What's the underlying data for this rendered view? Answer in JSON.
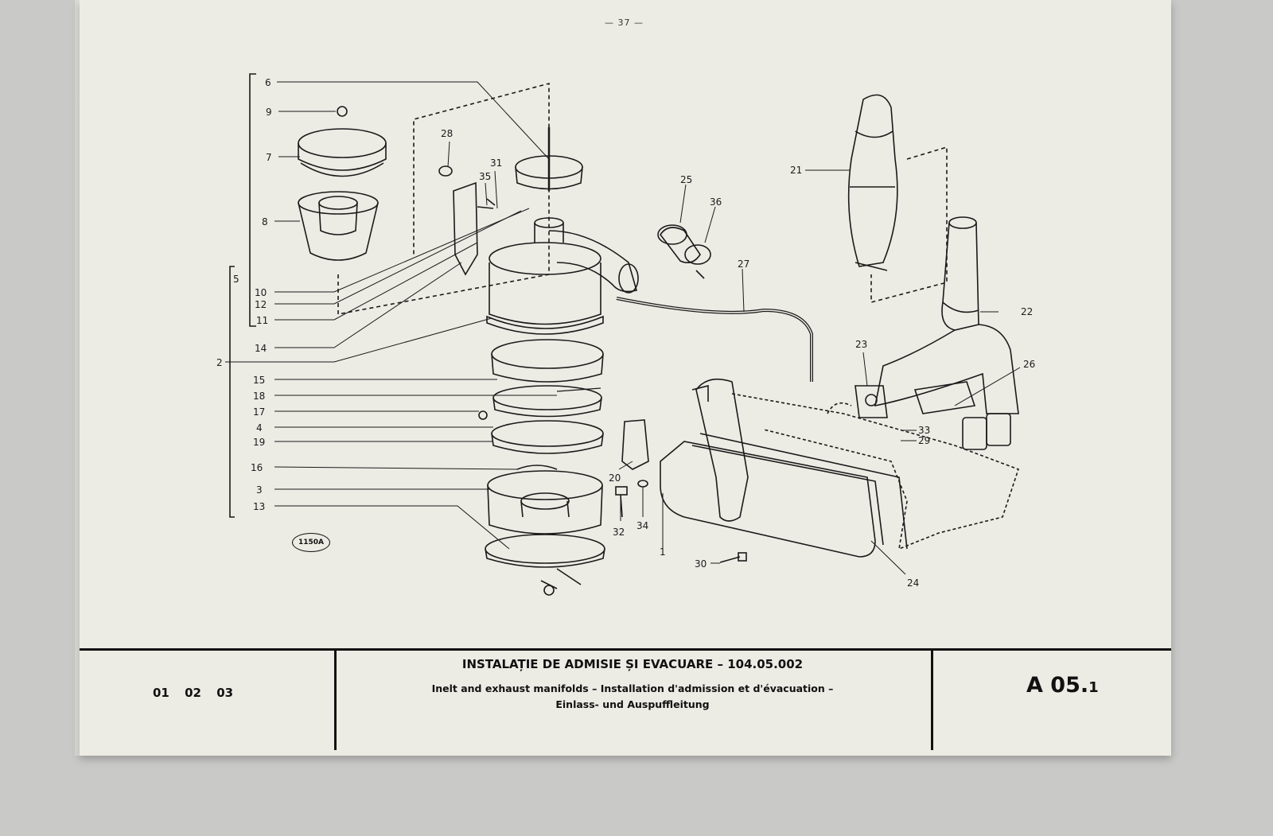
{
  "page": {
    "number": "— 37 —",
    "figure_ref": "1150A"
  },
  "callouts": [
    "6",
    "9",
    "7",
    "8",
    "5",
    "10",
    "12",
    "11",
    "14",
    "2",
    "15",
    "18",
    "17",
    "4",
    "19",
    "16",
    "3",
    "13",
    "28",
    "31",
    "35",
    "25",
    "36",
    "27",
    "21",
    "22",
    "23",
    "26",
    "33",
    "29",
    "20",
    "32",
    "34",
    "1",
    "30",
    "24"
  ],
  "title_block": {
    "codes": "01 02 03",
    "title": "INSTALAȚIE DE ADMISIE ȘI EVACUARE – 104.05.002",
    "subtitle_1": "Inelt and exhaust manifolds – Installation d'admission et d'évacuation –",
    "subtitle_2": "Einlass- und Auspuffleitung",
    "sheet_code": "A 05.",
    "sheet_code_suffix": "1"
  }
}
